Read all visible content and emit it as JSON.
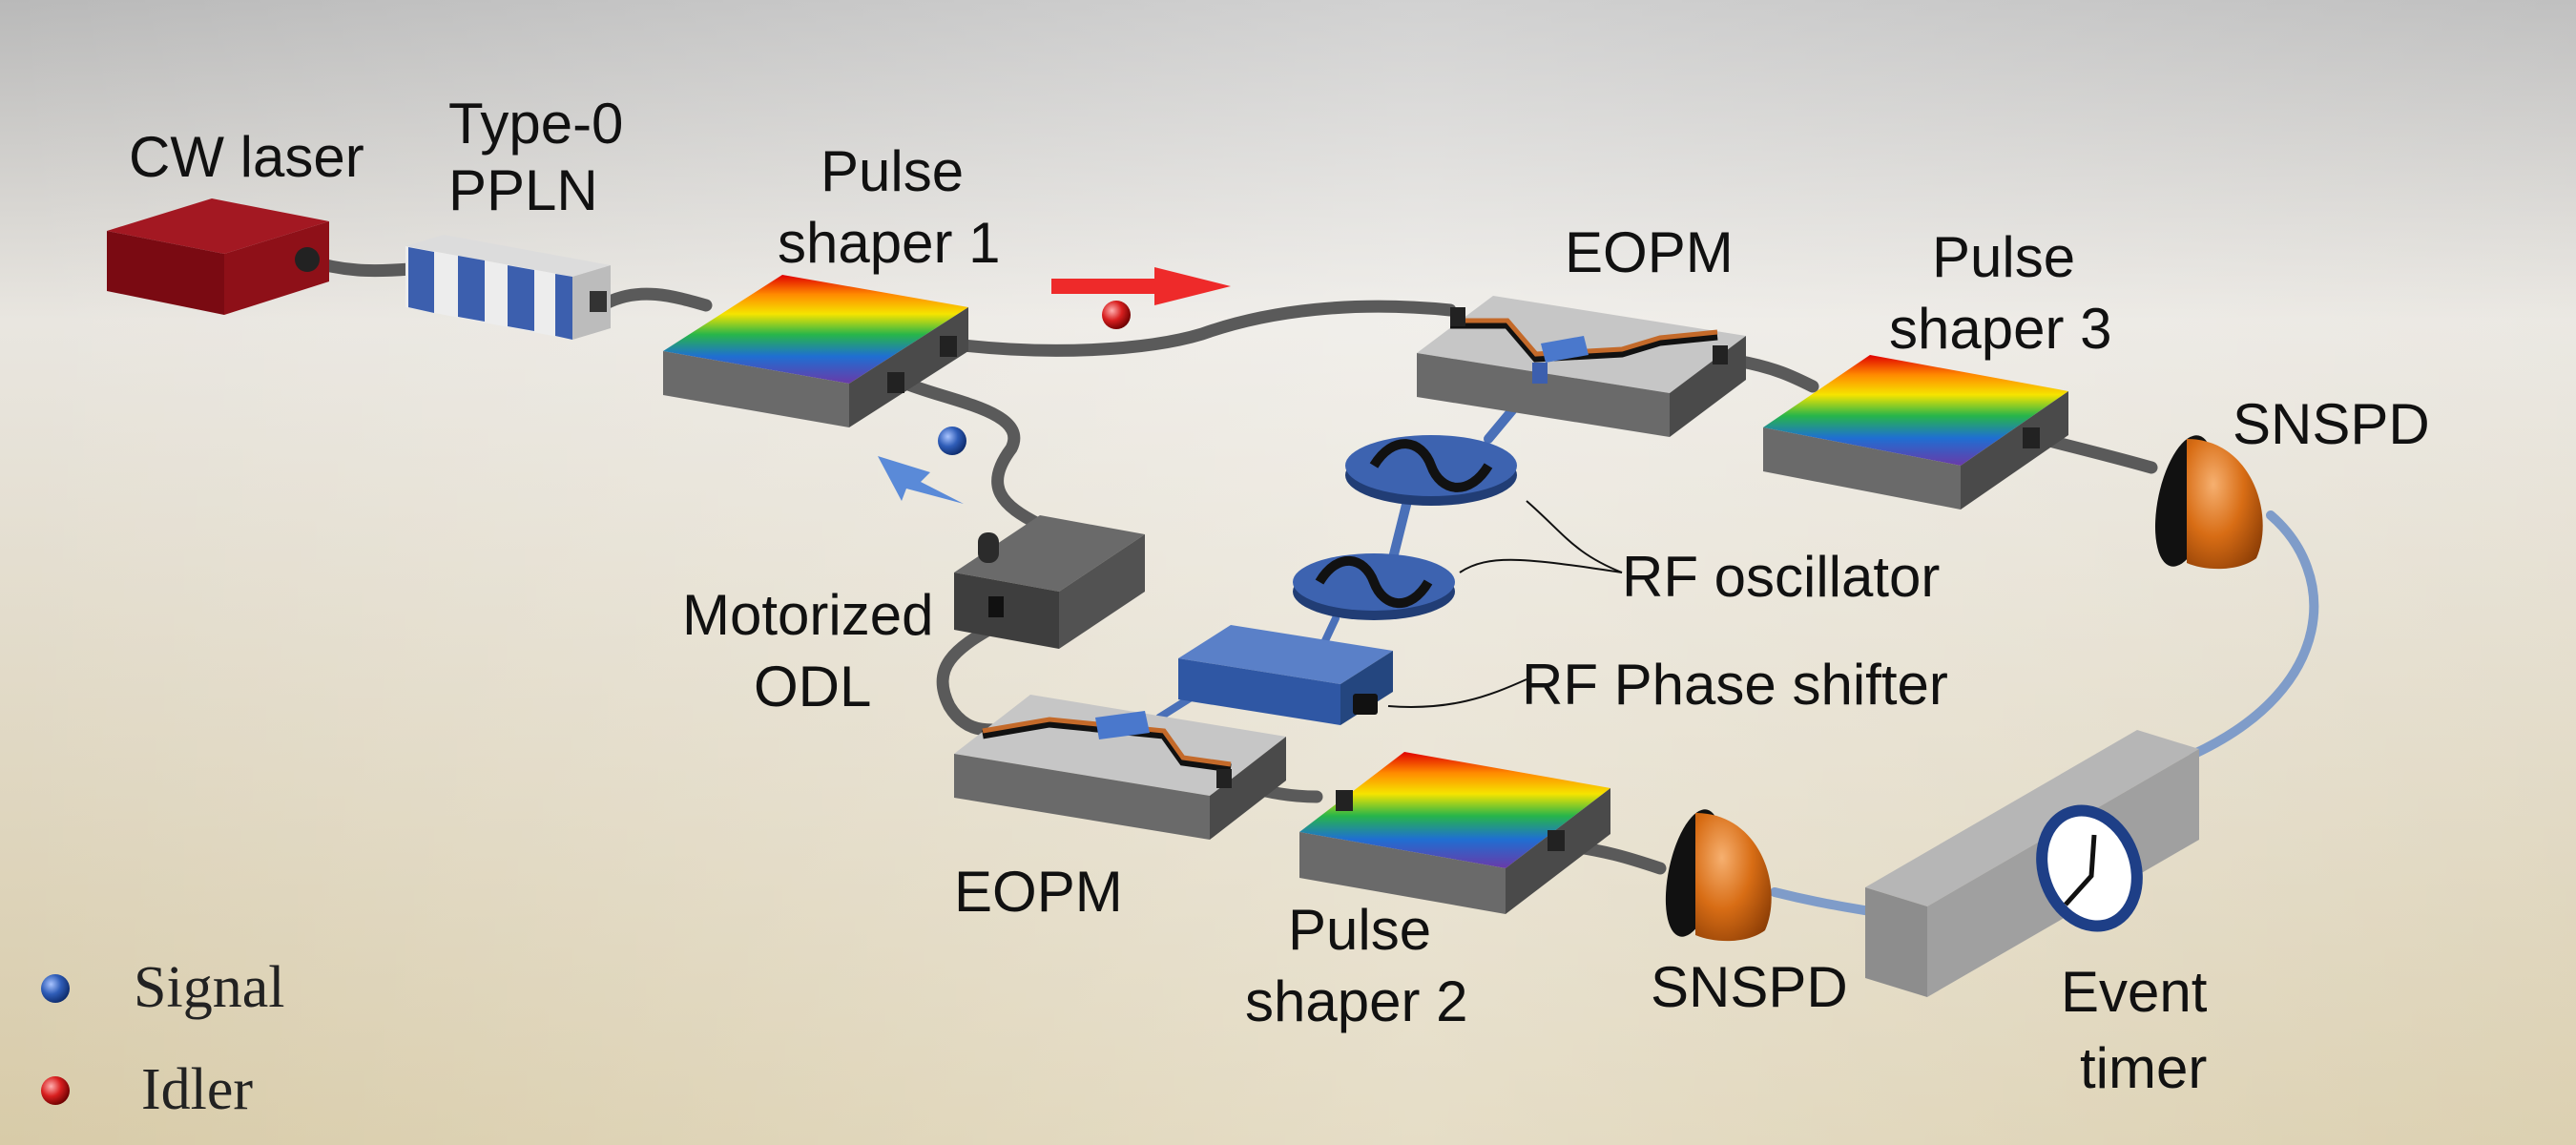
{
  "labels": {
    "cw_laser": "CW laser",
    "type0_l1": "Type-0",
    "type0_l2": "PPLN",
    "ps1_l1": "Pulse",
    "ps1_l2": "shaper 1",
    "eopm_top": "EOPM",
    "ps3_l1": "Pulse",
    "ps3_l2": "shaper 3",
    "snspd_top": "SNSPD",
    "rf_osc": "RF oscillator",
    "rf_phase": "RF Phase shifter",
    "odl_l1": "Motorized",
    "odl_l2": "ODL",
    "eopm_bottom": "EOPM",
    "ps2_l1": "Pulse",
    "ps2_l2": "shaper 2",
    "snspd_bottom": "SNSPD",
    "timer_l1": "Event",
    "timer_l2": "timer"
  },
  "legend": [
    {
      "label": "Signal",
      "color": "#2f5db8"
    },
    {
      "label": "Idler",
      "color": "#d81f1f"
    }
  ],
  "colors": {
    "laser": "#8b0d14",
    "fiber": "#5a5a5a",
    "fiber_blue": "#7f9cc9",
    "box_grey": "#5e5e5e",
    "disk_blue": "#3d63b0",
    "detector": "#d9721c",
    "timer_grey": "#9a9a9a",
    "signal_arrow": "#5a8ad8",
    "idler_arrow": "#ee2a2a"
  }
}
